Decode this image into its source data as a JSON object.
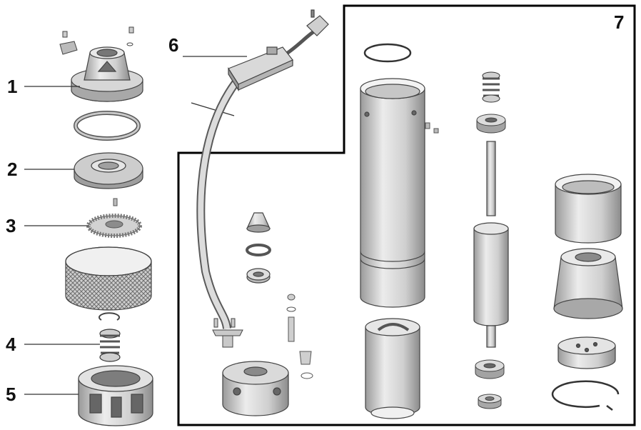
{
  "diagram": {
    "callouts": [
      {
        "id": "c1",
        "label": "1"
      },
      {
        "id": "c2",
        "label": "2"
      },
      {
        "id": "c3",
        "label": "3"
      },
      {
        "id": "c4",
        "label": "4"
      },
      {
        "id": "c5",
        "label": "5"
      },
      {
        "id": "c6",
        "label": "6"
      },
      {
        "id": "c7",
        "label": "7"
      }
    ],
    "colors": {
      "line": "#333333",
      "metal_light": "#e4e4e4",
      "metal_mid": "#bdbdbd",
      "metal_dark": "#8a8a8a",
      "frame": "#000000"
    }
  }
}
